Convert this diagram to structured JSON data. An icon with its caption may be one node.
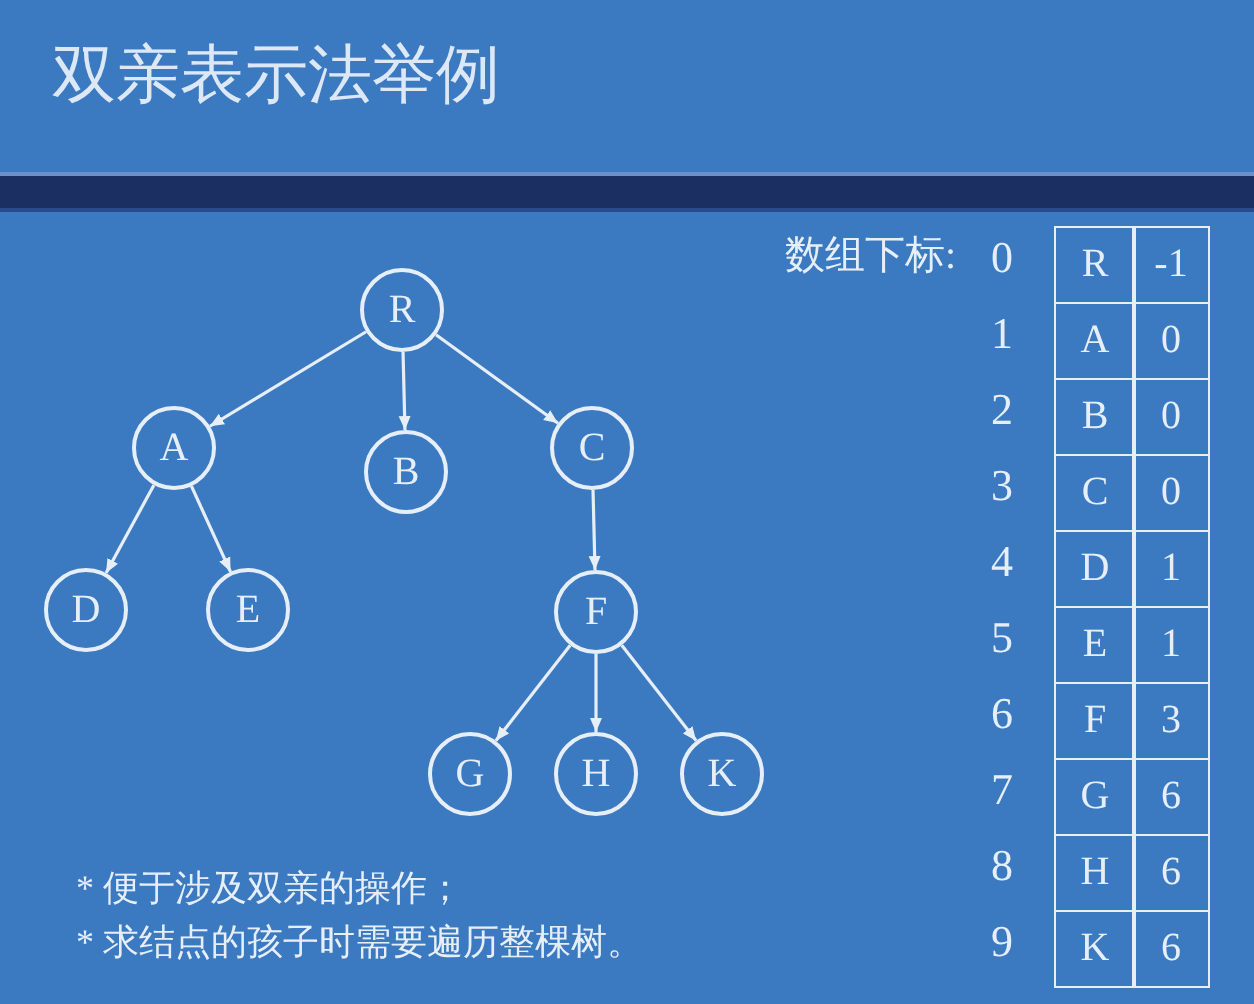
{
  "diagram": {
    "title": "双亲表示法举例",
    "nodes": [
      {
        "text": [
          "R"
        ]
      },
      {
        "text": [
          "A"
        ]
      },
      {
        "text": [
          "B"
        ]
      },
      {
        "text": [
          "C"
        ]
      },
      {
        "text": [
          "D"
        ]
      },
      {
        "text": [
          "E"
        ]
      },
      {
        "text": [
          "F"
        ]
      },
      {
        "text": [
          "G"
        ]
      },
      {
        "text": [
          "H"
        ]
      },
      {
        "text": [
          "K"
        ]
      }
    ],
    "edges": [
      {
        "from": 0,
        "to": 1,
        "arrow": "to"
      },
      {
        "from": 0,
        "to": 2,
        "arrow": "to"
      },
      {
        "from": 0,
        "to": 3,
        "arrow": "to"
      },
      {
        "from": 1,
        "to": 4,
        "arrow": "to"
      },
      {
        "from": 1,
        "to": 5,
        "arrow": "to"
      },
      {
        "from": 3,
        "to": 6,
        "arrow": "to"
      },
      {
        "from": 6,
        "to": 7,
        "arrow": "to"
      },
      {
        "from": 6,
        "to": 8,
        "arrow": "to"
      },
      {
        "from": 6,
        "to": 9,
        "arrow": "to"
      }
    ],
    "labels": [
      "数组下标:",
      "0",
      "R",
      "-1",
      "1",
      "A",
      "0",
      "2",
      "B",
      "0",
      "3",
      "C",
      "0",
      "4",
      "D",
      "1",
      "5",
      "E",
      "1",
      "6",
      "F",
      "3",
      "7",
      "G",
      "6",
      "8",
      "H",
      "6",
      "9",
      "K",
      "6",
      "* 便于涉及双亲的操作；",
      "* 求结点的孩子时需要遍历整棵树。"
    ]
  }
}
